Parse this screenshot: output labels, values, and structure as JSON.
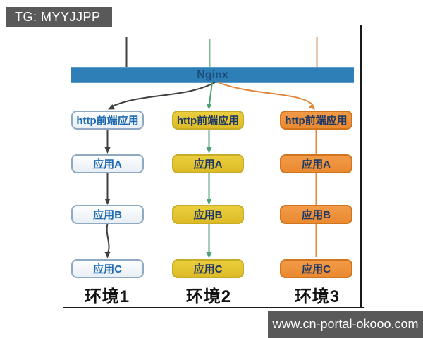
{
  "tg_badge": {
    "label": "TG: MYYJJPP"
  },
  "watermark": {
    "url": "www.cn-portal-okooo.com"
  },
  "diagram": {
    "gateway": {
      "label": "Nginx"
    },
    "environments": [
      {
        "name": "环境1",
        "theme": "blue-gray",
        "nodes": [
          "http前端应用",
          "应用A",
          "应用B",
          "应用C"
        ]
      },
      {
        "name": "环境2",
        "theme": "yellow",
        "nodes": [
          "http前端应用",
          "应用A",
          "应用B",
          "应用C"
        ]
      },
      {
        "name": "环境3",
        "theme": "orange",
        "nodes": [
          "http前端应用",
          "应用A",
          "应用B",
          "应用C"
        ]
      }
    ]
  },
  "colors": {
    "bar_bg": "#2E7EB8",
    "bar_text": "#1B4E79",
    "env1_box_bg": "#F0F4F9",
    "env1_box_border": "#8FA9C2",
    "env1_text": "#1E6AB0",
    "env1_line": "#3F3F3F",
    "env2_box_bg": "#E2C231",
    "env2_box_border": "#C9AC26",
    "env2_text": "#1F3864",
    "env2_line": "#4BA173",
    "env2_stub": "#82BC8E",
    "env3_box_bg": "#F0913B",
    "env3_box_border": "#D0751F",
    "env3_text": "#1F3864",
    "env3_line": "#E0883F",
    "env3_stub": "#D3915F",
    "frame": "#1A1A1A",
    "badge_bg": "#595959",
    "badge_text": "#FFFFFF",
    "env_label_text": "#111111"
  }
}
